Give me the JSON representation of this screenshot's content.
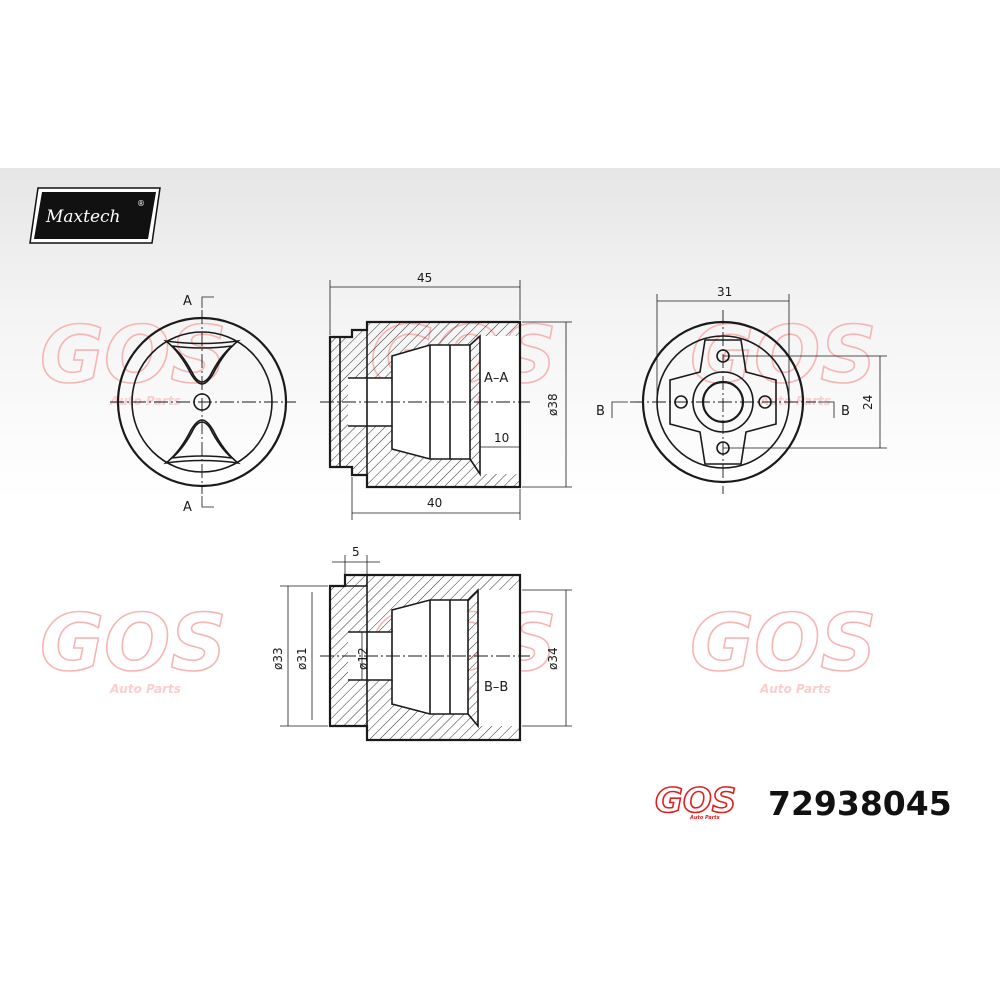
{
  "brand": {
    "name": "Maxtech",
    "registered": "®"
  },
  "watermark": {
    "text": "GOS",
    "subtext": "Auto Parts"
  },
  "part_number": "72938045",
  "sections": {
    "aa": "A–A",
    "bb": "B–B",
    "cut_a": "A",
    "cut_b": "B"
  },
  "dimensions": {
    "length_45": "45",
    "length_40": "40",
    "depth_10": "10",
    "dia_38": "ø38",
    "width_31": "31",
    "height_24": "24",
    "step_5": "5",
    "dia_33": "ø33",
    "dia_31": "ø31",
    "dia_12": "ø12",
    "dia_34": "ø34"
  },
  "colors": {
    "line": "#1a1a1a",
    "watermark": "#f6b5b5",
    "logo_red": "#e02020",
    "brand_bg": "#111111"
  }
}
